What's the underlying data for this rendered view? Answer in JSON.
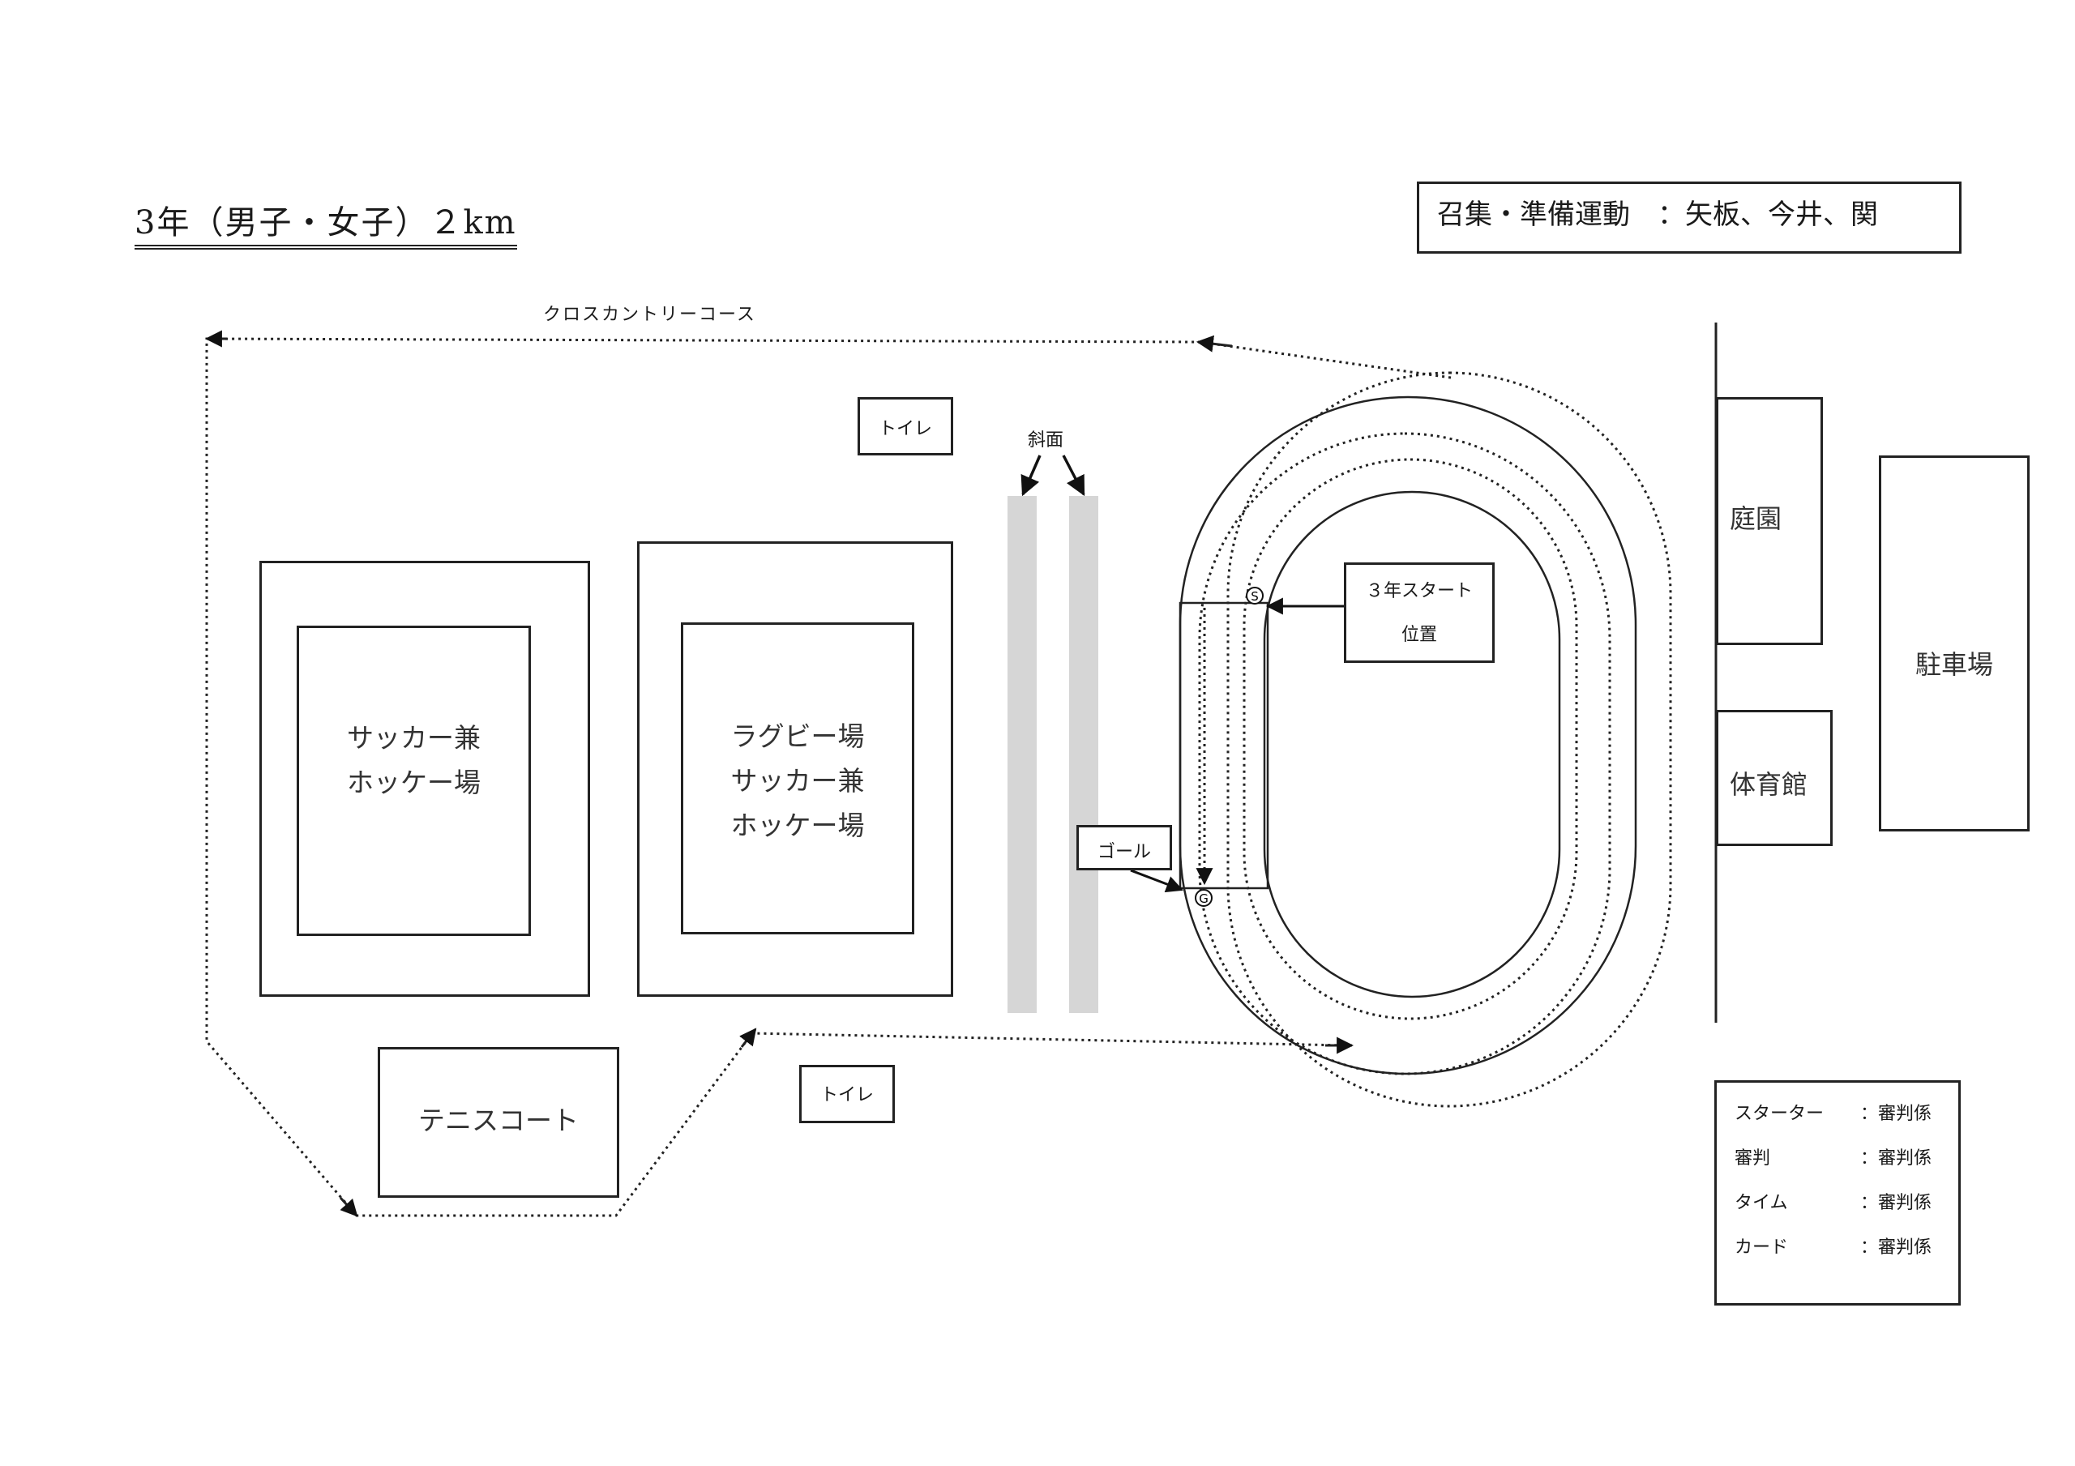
{
  "title": "3年（男子・女子）２km",
  "staff": {
    "text": "召集・準備運動　：矢板、今井、関"
  },
  "course_label": "クロスカントリーコース",
  "facilities": {
    "toilet_top": "トイレ",
    "toilet_bottom": "トイレ",
    "slope": "斜面",
    "field1_line1": "サッカー兼",
    "field1_line2": "ホッケー場",
    "field2_line1": "ラグビー場",
    "field2_line2": "サッカー兼",
    "field2_line3": "ホッケー場",
    "tennis": "テニスコート",
    "start_line1": "３年スタート",
    "start_line2": "位置",
    "goal": "ゴール",
    "start_marker": "S",
    "goal_marker": "G",
    "garden": "庭園",
    "gym": "体育館",
    "parking": "駐車場"
  },
  "legend": [
    {
      "role": "スターター",
      "value": "：審判係"
    },
    {
      "role": "審判",
      "value": "：審判係"
    },
    {
      "role": "タイム",
      "value": "：審判係"
    },
    {
      "role": "カード",
      "value": "：審判係"
    }
  ]
}
